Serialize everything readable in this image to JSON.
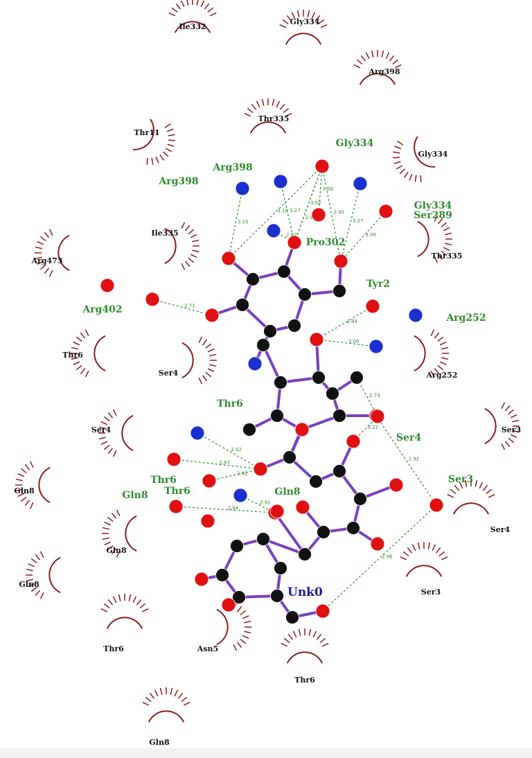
{
  "colors": {
    "bond": "#7b3fbf",
    "carbon": "#111111",
    "oxygen": "#e01010",
    "nitrogen": "#1a2fd0",
    "hbond": "#2e8b2e",
    "hydrophobic": "#8b1a1a"
  },
  "ligand": {
    "name": "Unk0"
  },
  "hydrophobic_residues": [
    {
      "label": "Ile332"
    },
    {
      "label": "Gly334"
    },
    {
      "label": "Arg398"
    },
    {
      "label": "Thr335"
    },
    {
      "label": "Thr11"
    },
    {
      "label": "Gly334"
    },
    {
      "label": "Ile335"
    },
    {
      "label": "Arg473"
    },
    {
      "label": "Thr335"
    },
    {
      "label": "Thr6"
    },
    {
      "label": "Ser4"
    },
    {
      "label": "Arg252"
    },
    {
      "label": "Ser4"
    },
    {
      "label": "Ser3"
    },
    {
      "label": "Gln8"
    },
    {
      "label": "Ser4"
    },
    {
      "label": "Gln8"
    },
    {
      "label": "Gln8"
    },
    {
      "label": "Ser3"
    },
    {
      "label": "Thr6"
    },
    {
      "label": "Asn5"
    },
    {
      "label": "Thr6"
    },
    {
      "label": "Gln8"
    }
  ],
  "hbond_residues": [
    {
      "label": "Gly334"
    },
    {
      "label": "Arg398"
    },
    {
      "label": "Arg398"
    },
    {
      "label": "Gly334"
    },
    {
      "label": "Ser289"
    },
    {
      "label": "Pro302"
    },
    {
      "label": "Tyr2"
    },
    {
      "label": "Arg402"
    },
    {
      "label": "Arg252"
    },
    {
      "label": "Thr6"
    },
    {
      "label": "Ser4"
    },
    {
      "label": "Thr6"
    },
    {
      "label": "Gln8"
    },
    {
      "label": "Thr6"
    },
    {
      "label": "Gln8"
    },
    {
      "label": "Ser3"
    }
  ]
}
